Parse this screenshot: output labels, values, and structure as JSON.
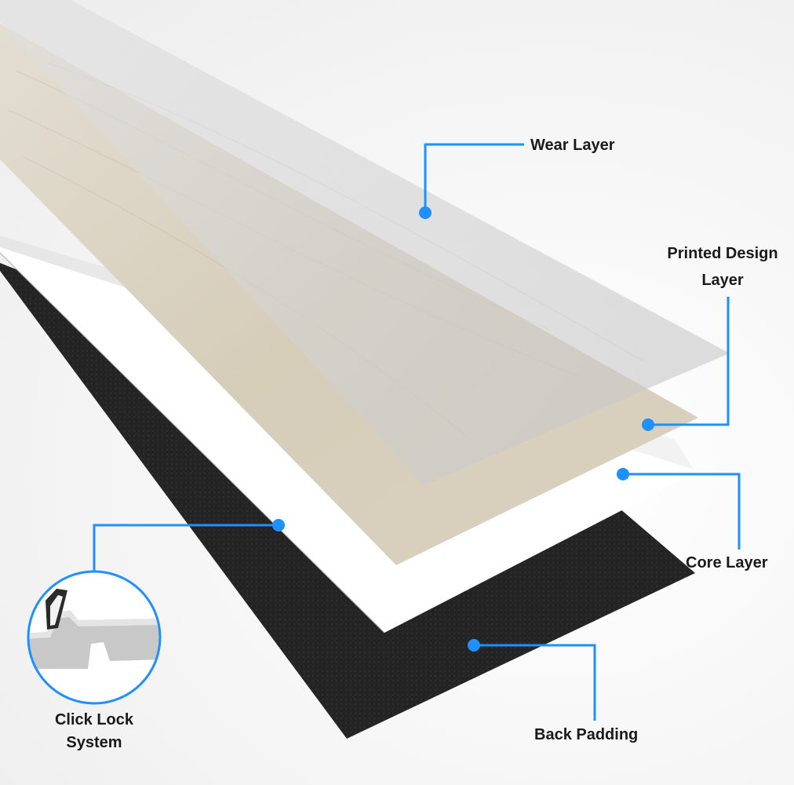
{
  "layers": {
    "wear": {
      "label": "Wear Layer"
    },
    "printed": {
      "line1": "Printed Design",
      "line2": "Layer"
    },
    "core": {
      "label": "Core Layer"
    },
    "back": {
      "label": "Back Padding"
    },
    "click": {
      "line1": "Click Lock",
      "line2": "System"
    }
  },
  "colors": {
    "callout": "#1e90ff",
    "text": "#1a1a1a",
    "backing": "#232323",
    "core": "#f1f1f1",
    "wood": "#d8d0bf",
    "wear": "#cfcfcf"
  }
}
